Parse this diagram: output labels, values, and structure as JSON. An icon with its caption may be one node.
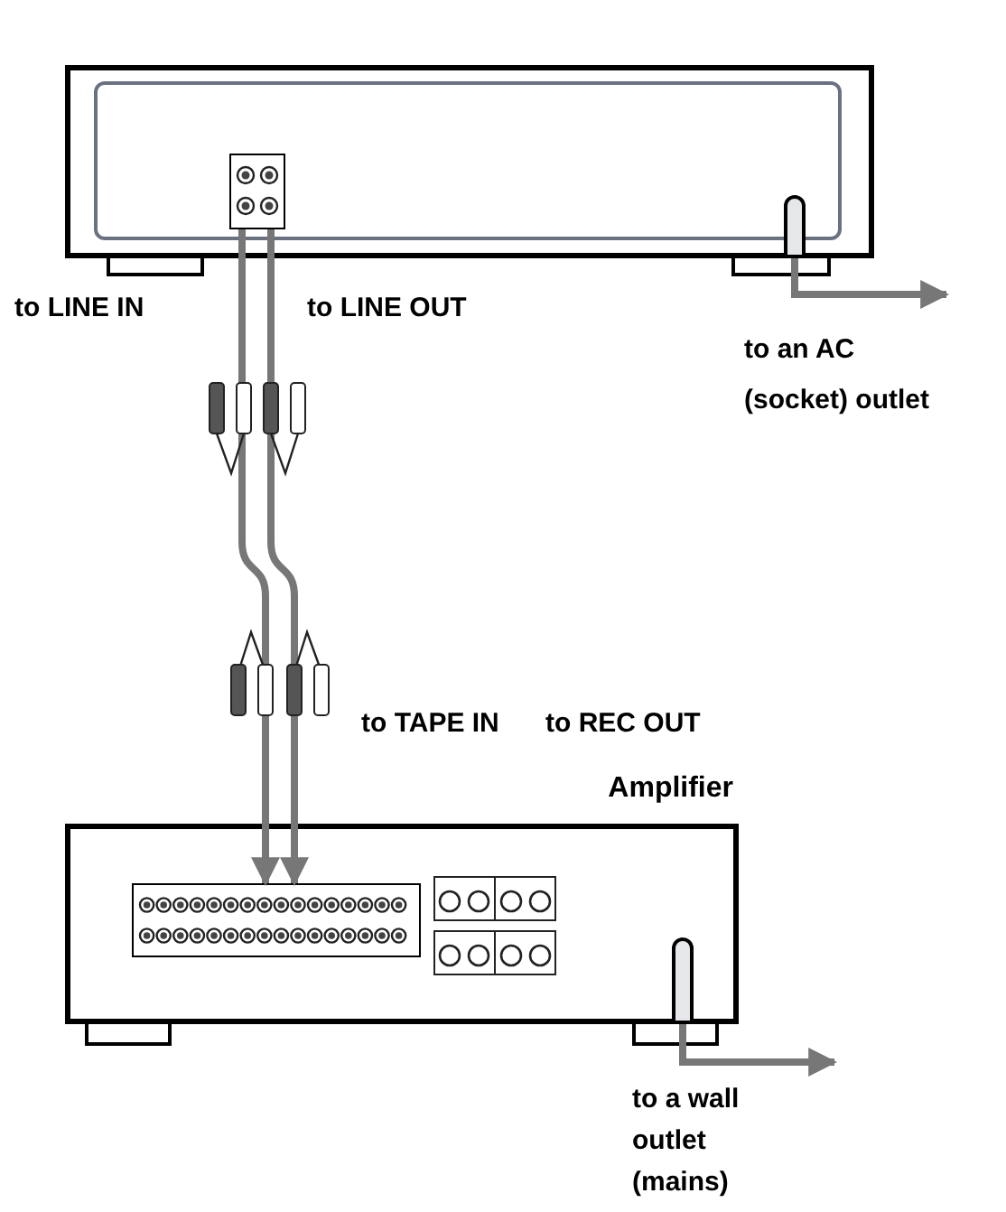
{
  "diagram": {
    "nodes": [
      {
        "text": [],
        "shape": "box"
      },
      {
        "text": [
          "Amplifier"
        ]
      },
      {
        "text": [],
        "shape": "box",
        "in": 0
      },
      {
        "text": [],
        "shape": "box",
        "in": 1
      }
    ],
    "edges": [
      {
        "from": 2,
        "to": 3,
        "arrow": "to"
      },
      {
        "from": 2,
        "to": 3,
        "arrow": "to"
      },
      {
        "from": 0,
        "to": null,
        "arrow": "to"
      },
      {
        "from": 1,
        "to": null,
        "arrow": "to"
      }
    ],
    "labels": [
      "to LINE IN",
      "to LINE OUT",
      "to an AC (socket) outlet",
      "to TAPE IN",
      "to REC OUT",
      "to a wall outlet (mains)"
    ]
  }
}
